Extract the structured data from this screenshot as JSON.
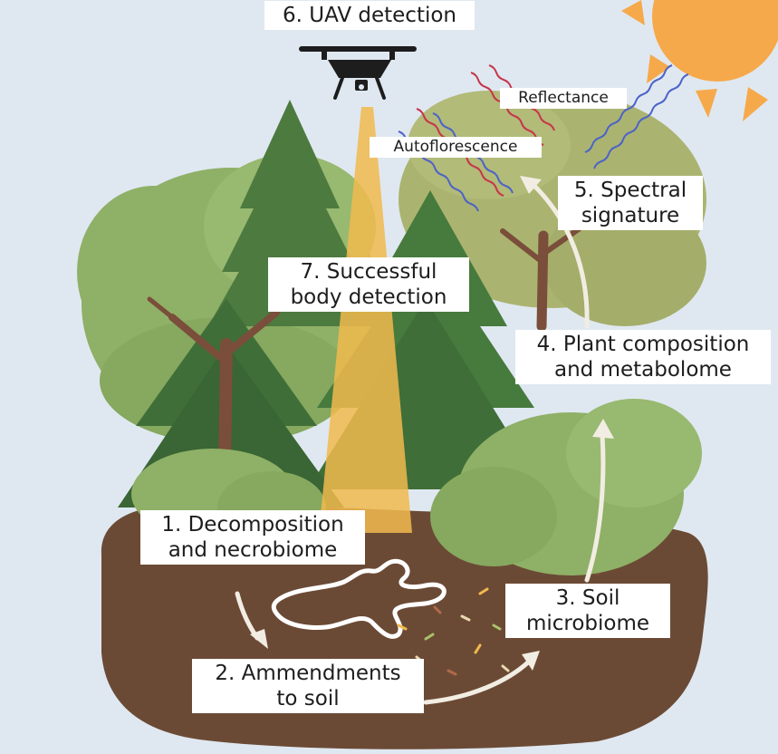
{
  "labels": {
    "uav": "6. UAV detection",
    "reflectance": "Reflectance",
    "autofluorescence": "Autoflorescence",
    "spectral_1": "5. Spectral",
    "spectral_2": "signature",
    "success_1": "7. Successful",
    "success_2": "body detection",
    "plant_1": "4. Plant composition",
    "plant_2": "and metabolome",
    "decomp_1": "1. Decomposition",
    "decomp_2": "and necrobiome",
    "soil_micro_1": "3. Soil",
    "soil_micro_2": "microbiome",
    "amend_1": "2. Ammendments",
    "amend_2": "to soil"
  },
  "colors": {
    "sky": "#dfe8f1",
    "sun": "#f6a94a",
    "soil": "#6b4a35",
    "beam": "#f1ba4d",
    "canopy_light": "#8fb067",
    "canopy_dark": "#3f6e38",
    "trunk": "#7a4e3a",
    "drone": "#1d1d1d",
    "wave_blue": "#4d63c8",
    "wave_red": "#c7364b"
  },
  "icons": [
    "sun-icon",
    "drone-icon",
    "body-outline-icon"
  ]
}
